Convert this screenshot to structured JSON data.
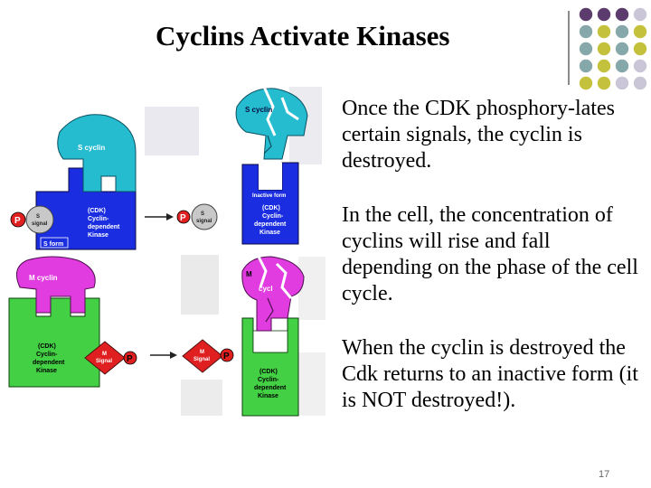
{
  "title": "Cyclins Activate Kinases",
  "paragraphs": [
    "Once the CDK phosphory-lates certain signals, the cyclin is destroyed.",
    "In the cell, the concentration of cyclins will rise and fall depending on the phase of the cell cycle.",
    "When the cyclin is destroyed the Cdk returns to an inactive form (it is NOT destroyed!)."
  ],
  "page_number": "17",
  "colors": {
    "purple": "#5c3c6c",
    "teal": "#86a8aa",
    "olive": "#c4c13c",
    "lavender": "#cac6d8",
    "cdk_blue": "#1a2de0",
    "cyclin_teal": "#25bcd0",
    "cdk_green": "#44d044",
    "cyclin_magenta": "#e03ce0",
    "phosphate_red": "#e02020"
  },
  "diagram": {
    "s_cyclin": "S cyclin",
    "s_cyclin_fragment": "S cyclin",
    "cdk_label": [
      "(CDK)",
      "Cyclin-",
      "dependent",
      "Kinase"
    ],
    "inactive_form": "Inactive form",
    "s_form": "S form",
    "s_signal": [
      "S",
      "signal"
    ],
    "m_cyclin": "M cyclin",
    "m_cyclin_fragment_a": "M",
    "m_cyclin_fragment_b": "cycl",
    "m_signal": [
      "M",
      "Signal"
    ],
    "phosphate": "P"
  }
}
